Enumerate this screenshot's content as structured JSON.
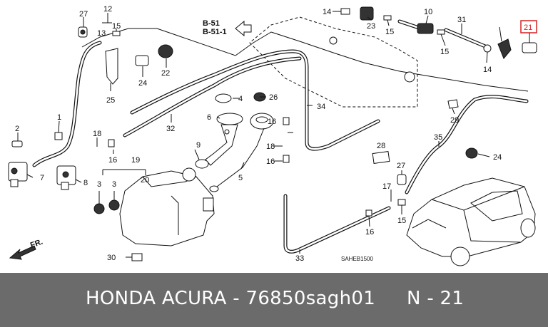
{
  "diagram": {
    "section_refs": [
      "B-51",
      "B-51-1"
    ],
    "fr_label": "FR.",
    "code": "SAHEB1500",
    "highlight_color": "#d62020",
    "callouts": {
      "c1": "1",
      "c2": "2",
      "c3": "3",
      "c4": "4",
      "c5": "5",
      "c6": "6",
      "c7": "7",
      "c8": "8",
      "c9": "9",
      "c10": "10",
      "c12": "12",
      "c13": "13",
      "c14a": "14",
      "c14b": "14",
      "c15a": "15",
      "c15b": "15",
      "c15c": "15",
      "c15d": "15",
      "c16a": "16",
      "c16b": "16",
      "c16c": "16",
      "c16d": "16",
      "c17": "17",
      "c18a": "18",
      "c18b": "18",
      "c19": "19",
      "c20": "20",
      "c21": "21",
      "c22": "22",
      "c23": "23",
      "c24a": "24",
      "c24b": "24",
      "c25": "25",
      "c26": "26",
      "c27a": "27",
      "c27b": "27",
      "c28": "28",
      "c29": "29",
      "c30": "30",
      "c31": "31",
      "c32": "32",
      "c33": "33",
      "c34": "34",
      "c35": "35"
    }
  },
  "footer": {
    "title": "HONDA ACURA - 76850sagh01",
    "ref": "N - 21"
  }
}
